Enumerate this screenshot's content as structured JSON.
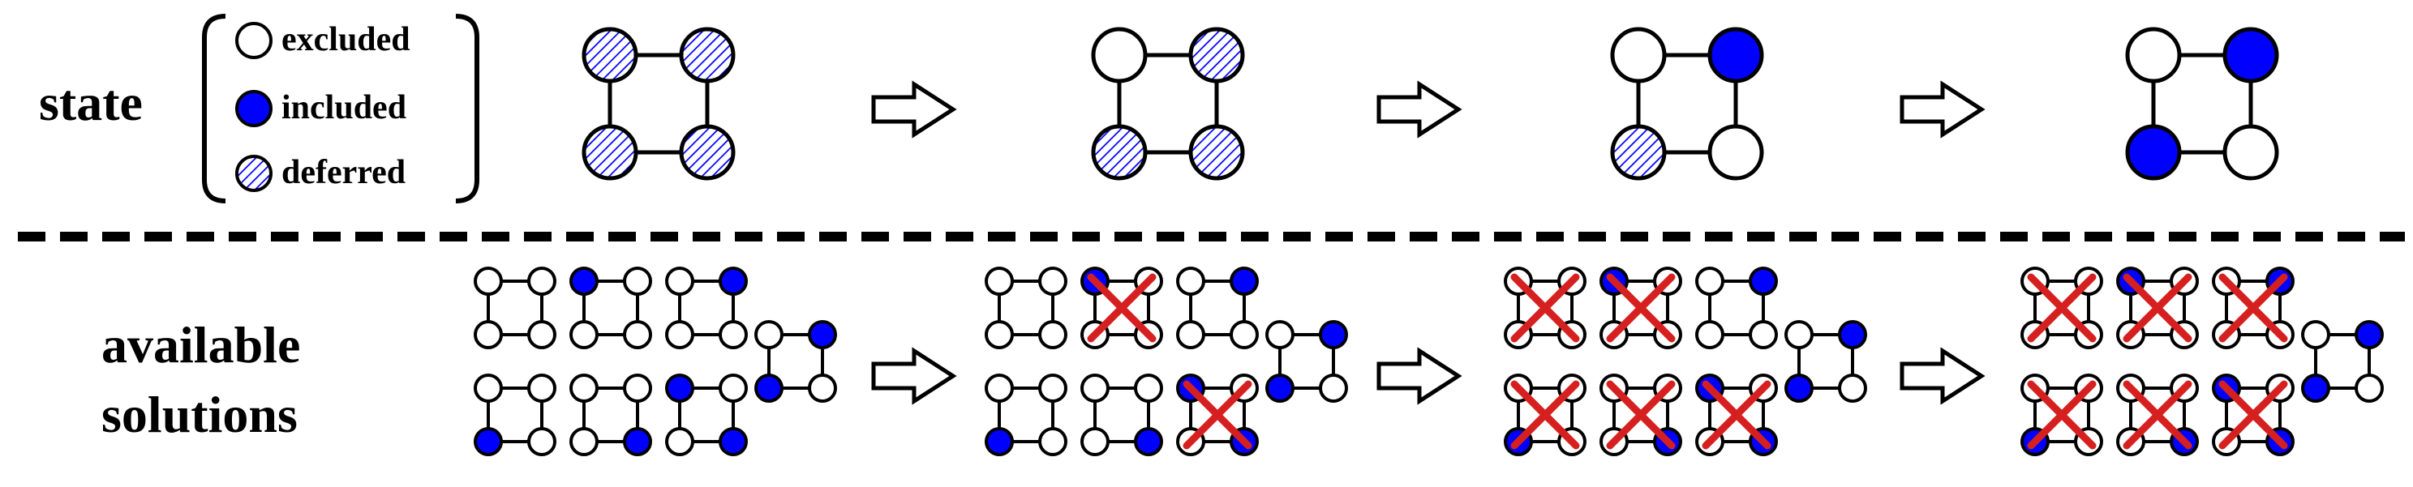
{
  "rows": {
    "state_label": "state",
    "solutions_label_line1": "available",
    "solutions_label_line2": "solutions"
  },
  "legend": [
    {
      "key": "excluded",
      "label": "excluded"
    },
    {
      "key": "included",
      "label": "included"
    },
    {
      "key": "deferred",
      "label": "deferred"
    }
  ],
  "colors": {
    "included": "#0000ff",
    "excluded": "#ffffff",
    "deferred_hatch": "#0000ff",
    "stroke": "#000000",
    "cross": "#d62020"
  },
  "node_order": [
    "top-left",
    "top-right",
    "bottom-left",
    "bottom-right"
  ],
  "state_sequence": [
    [
      "deferred",
      "deferred",
      "deferred",
      "deferred"
    ],
    [
      "excluded",
      "deferred",
      "deferred",
      "deferred"
    ],
    [
      "excluded",
      "included",
      "deferred",
      "excluded"
    ],
    [
      "excluded",
      "included",
      "included",
      "excluded"
    ]
  ],
  "candidate_solutions": [
    [
      "excluded",
      "excluded",
      "excluded",
      "excluded"
    ],
    [
      "included",
      "excluded",
      "excluded",
      "excluded"
    ],
    [
      "excluded",
      "included",
      "excluded",
      "excluded"
    ],
    [
      "excluded",
      "excluded",
      "included",
      "excluded"
    ],
    [
      "excluded",
      "excluded",
      "excluded",
      "included"
    ],
    [
      "included",
      "excluded",
      "excluded",
      "included"
    ],
    [
      "excluded",
      "included",
      "included",
      "excluded"
    ]
  ],
  "eliminated_per_step": [
    [],
    [
      1,
      5
    ],
    [
      0,
      1,
      3,
      4,
      5
    ],
    [
      0,
      1,
      2,
      3,
      4,
      5
    ]
  ]
}
